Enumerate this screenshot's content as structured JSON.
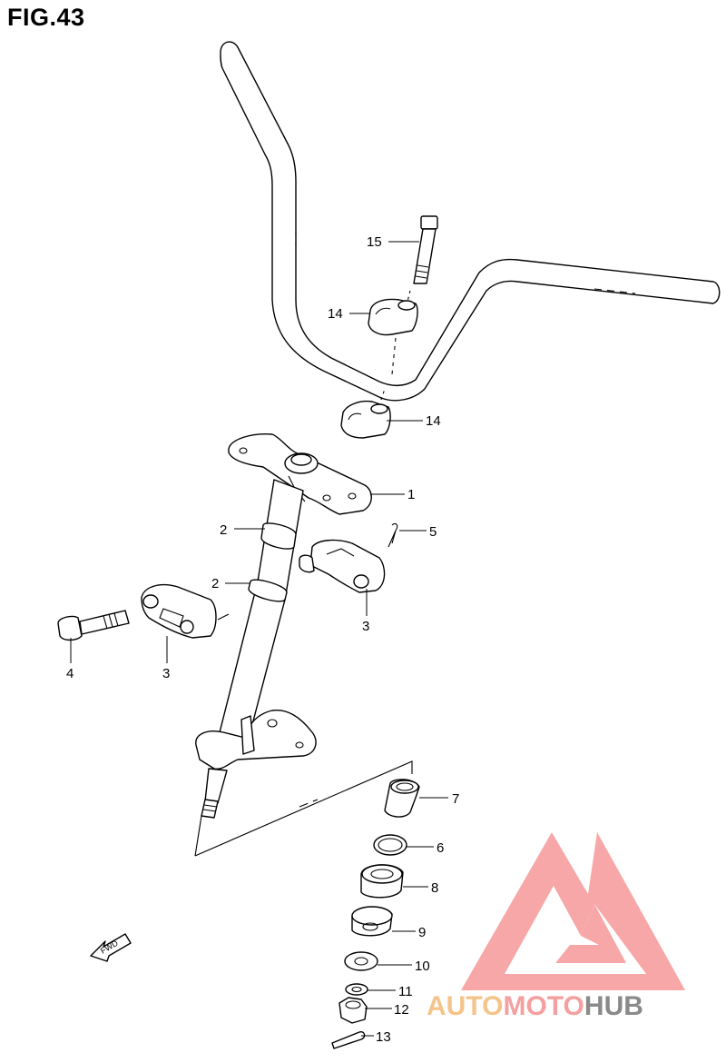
{
  "figure": {
    "title": "FIG.43"
  },
  "callouts": [
    {
      "id": "c15",
      "label": "15"
    },
    {
      "id": "c14a",
      "label": "14"
    },
    {
      "id": "c14b",
      "label": "14"
    },
    {
      "id": "c1",
      "label": "1"
    },
    {
      "id": "c2a",
      "label": "2"
    },
    {
      "id": "c5",
      "label": "5"
    },
    {
      "id": "c2b",
      "label": "2"
    },
    {
      "id": "c3a",
      "label": "3"
    },
    {
      "id": "c4",
      "label": "4"
    },
    {
      "id": "c3b",
      "label": "3"
    },
    {
      "id": "c7",
      "label": "7"
    },
    {
      "id": "c6",
      "label": "6"
    },
    {
      "id": "c8",
      "label": "8"
    },
    {
      "id": "c9",
      "label": "9"
    },
    {
      "id": "c10",
      "label": "10"
    },
    {
      "id": "c11",
      "label": "11"
    },
    {
      "id": "c12",
      "label": "12"
    },
    {
      "id": "c13",
      "label": "13"
    }
  ],
  "fwd_arrow": {
    "label": "FWD"
  },
  "watermark": {
    "part1": "AUTO",
    "part2": "MOTO",
    "part3": "HUB",
    "colors": {
      "auto": "#f5c48a",
      "moto": "#f5a0a0",
      "hub": "#8a8a8a",
      "logo": "#f7a3a3"
    }
  }
}
